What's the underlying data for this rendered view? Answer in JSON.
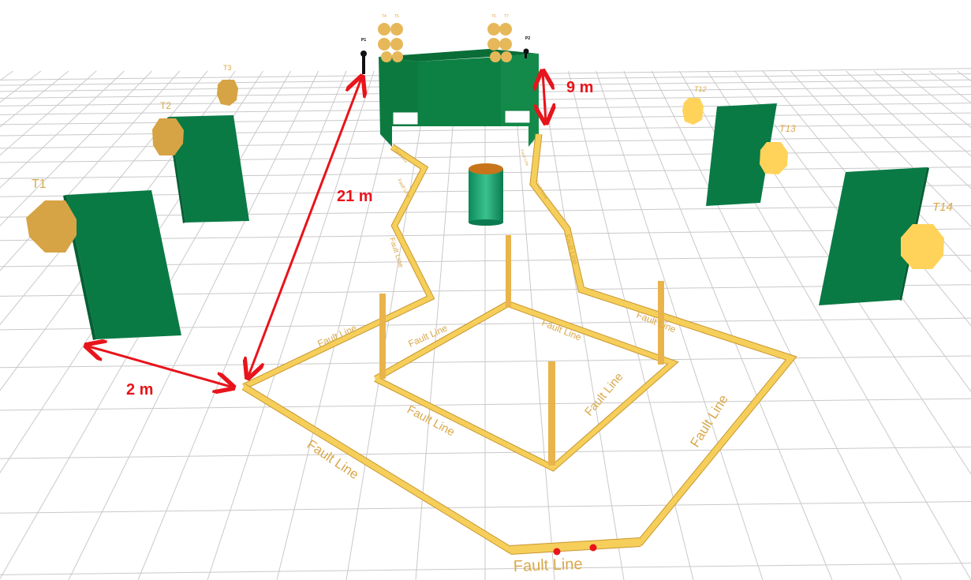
{
  "dimensions": {
    "side_gap": "2 m",
    "length": "21 m",
    "wall_height": "9 m"
  },
  "targets": {
    "t1": "T1",
    "t2": "T2",
    "t3": "T3",
    "t4": "T4",
    "t5": "T5",
    "t6": "T6",
    "t7": "T7",
    "t12": "T12",
    "t13": "T13",
    "t14": "T14"
  },
  "positions": {
    "p1": "P1",
    "p2": "P2"
  },
  "fault_label": "Fault Line",
  "colors": {
    "panel_green": "#0a7a45",
    "wall_green": "#138a4a",
    "fault_yellow": "#f5cf5a",
    "target_tan": "#d6a445",
    "target_yellow": "#ffd35a",
    "dimension_red": "#e8141b",
    "barrel_top": "#c8741b"
  }
}
